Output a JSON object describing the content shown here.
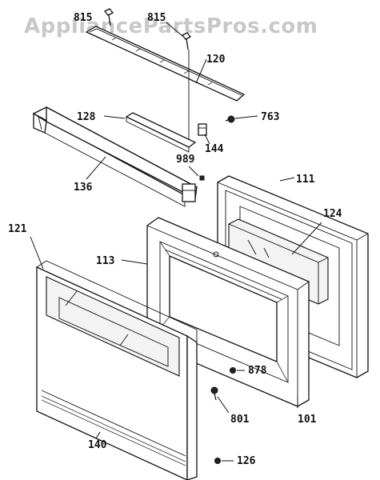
{
  "watermark": "AppliancePartsPros.com",
  "parts": [
    {
      "id": "p815a",
      "number": "815"
    },
    {
      "id": "p815b",
      "number": "815"
    },
    {
      "id": "p120",
      "number": "120"
    },
    {
      "id": "p128",
      "number": "128"
    },
    {
      "id": "p763",
      "number": "763"
    },
    {
      "id": "p144",
      "number": "144"
    },
    {
      "id": "p989",
      "number": "989"
    },
    {
      "id": "p136",
      "number": "136"
    },
    {
      "id": "p111",
      "number": "111"
    },
    {
      "id": "p124",
      "number": "124"
    },
    {
      "id": "p121",
      "number": "121"
    },
    {
      "id": "p113",
      "number": "113"
    },
    {
      "id": "p878",
      "number": "878"
    },
    {
      "id": "p801",
      "number": "801"
    },
    {
      "id": "p101",
      "number": "101"
    },
    {
      "id": "p140",
      "number": "140"
    },
    {
      "id": "p126",
      "number": "126"
    }
  ]
}
